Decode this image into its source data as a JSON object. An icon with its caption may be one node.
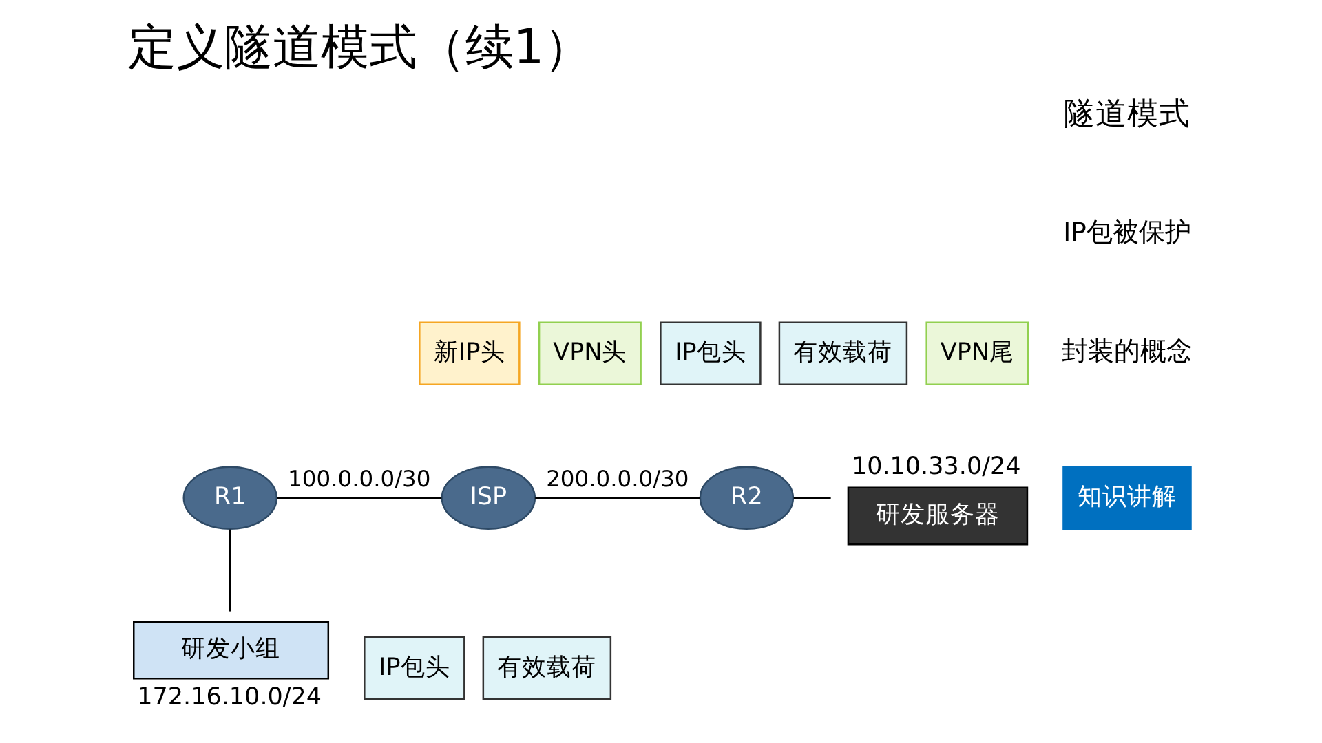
{
  "diagram": {
    "title": "定义隧道模式（续1）",
    "nodes": [
      {
        "text": [
          "新IP头"
        ]
      },
      {
        "text": [
          "VPN头"
        ]
      },
      {
        "text": [
          "IP包头"
        ]
      },
      {
        "text": [
          "有效载荷"
        ]
      },
      {
        "text": [
          "VPN尾"
        ]
      },
      {
        "text": [
          "R1"
        ]
      },
      {
        "text": [
          "ISP"
        ]
      },
      {
        "text": [
          "R2"
        ]
      },
      {
        "text": [
          "研发服务器"
        ],
        "beside": [
          "10.10.33.0/24"
        ]
      },
      {
        "text": [
          "研发小组"
        ],
        "beside": [
          "172.16.10.0/24"
        ]
      },
      {
        "text": [
          "IP包头"
        ]
      },
      {
        "text": [
          "有效载荷"
        ]
      }
    ],
    "edges": [
      {
        "from": 5,
        "to": 6,
        "arrow": "none",
        "label": "100.0.0.0/30"
      },
      {
        "from": 6,
        "to": 7,
        "arrow": "none",
        "label": "200.0.0.0/30"
      },
      {
        "from": 7,
        "to": 8,
        "arrow": "none"
      },
      {
        "from": 5,
        "to": 9,
        "arrow": "none"
      }
    ],
    "labels": [
      "隧道模式",
      "IP包被保护",
      "封装的概念",
      "知识讲解"
    ]
  }
}
